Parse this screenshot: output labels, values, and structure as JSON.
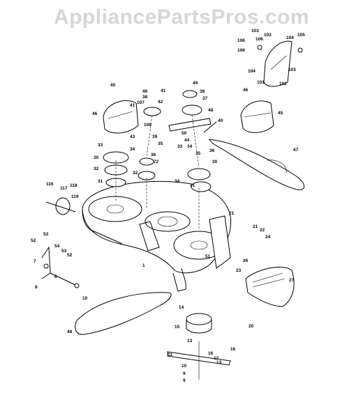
{
  "watermark": "AppliancePartsPros.com",
  "callouts": [
    {
      "id": "106a",
      "text": "106"
    },
    {
      "id": "103a",
      "text": "103"
    },
    {
      "id": "102a",
      "text": "102"
    },
    {
      "id": "104a",
      "text": "104"
    },
    {
      "id": "105",
      "text": "105"
    },
    {
      "id": "106b",
      "text": "106"
    },
    {
      "id": "106c",
      "text": "106"
    },
    {
      "id": "104b",
      "text": "104"
    },
    {
      "id": "103b",
      "text": "103"
    },
    {
      "id": "101",
      "text": "101"
    },
    {
      "id": "102b",
      "text": "102"
    },
    {
      "id": "45a",
      "text": "45"
    },
    {
      "id": "46a",
      "text": "46"
    },
    {
      "id": "41a",
      "text": "41"
    },
    {
      "id": "46b",
      "text": "46"
    },
    {
      "id": "38a",
      "text": "38"
    },
    {
      "id": "107",
      "text": "107"
    },
    {
      "id": "42",
      "text": "42"
    },
    {
      "id": "41b",
      "text": "41"
    },
    {
      "id": "49",
      "text": "49"
    },
    {
      "id": "38b",
      "text": "38"
    },
    {
      "id": "37",
      "text": "37"
    },
    {
      "id": "48",
      "text": "48"
    },
    {
      "id": "46c",
      "text": "46"
    },
    {
      "id": "45b",
      "text": "45"
    },
    {
      "id": "50",
      "text": "50"
    },
    {
      "id": "40",
      "text": "40"
    },
    {
      "id": "108",
      "text": "108"
    },
    {
      "id": "43",
      "text": "43"
    },
    {
      "id": "39",
      "text": "39"
    },
    {
      "id": "44",
      "text": "44"
    },
    {
      "id": "47",
      "text": "47"
    },
    {
      "id": "33a",
      "text": "33"
    },
    {
      "id": "34a",
      "text": "34"
    },
    {
      "id": "35a",
      "text": "35"
    },
    {
      "id": "33b",
      "text": "33"
    },
    {
      "id": "34b",
      "text": "34"
    },
    {
      "id": "36a",
      "text": "36"
    },
    {
      "id": "35b",
      "text": "35"
    },
    {
      "id": "36b",
      "text": "36"
    },
    {
      "id": "30a",
      "text": "30"
    },
    {
      "id": "72",
      "text": "72"
    },
    {
      "id": "32a",
      "text": "32"
    },
    {
      "id": "30b",
      "text": "30"
    },
    {
      "id": "31a",
      "text": "31"
    },
    {
      "id": "32b",
      "text": "32"
    },
    {
      "id": "34c",
      "text": "34"
    },
    {
      "id": "31b",
      "text": "31"
    },
    {
      "id": "118",
      "text": "118"
    },
    {
      "id": "117",
      "text": "117"
    },
    {
      "id": "119",
      "text": "119"
    },
    {
      "id": "116",
      "text": "116"
    },
    {
      "id": "21a",
      "text": "21"
    },
    {
      "id": "21b",
      "text": "21"
    },
    {
      "id": "22",
      "text": "22"
    },
    {
      "id": "24",
      "text": "24"
    },
    {
      "id": "53a",
      "text": "53"
    },
    {
      "id": "52a",
      "text": "52"
    },
    {
      "id": "54",
      "text": "54"
    },
    {
      "id": "53b",
      "text": "53"
    },
    {
      "id": "52b",
      "text": "52"
    },
    {
      "id": "1",
      "text": "1"
    },
    {
      "id": "51",
      "text": "51"
    },
    {
      "id": "26",
      "text": "26"
    },
    {
      "id": "23",
      "text": "23"
    },
    {
      "id": "27",
      "text": "27"
    },
    {
      "id": "7",
      "text": "7"
    },
    {
      "id": "6",
      "text": "6"
    },
    {
      "id": "8",
      "text": "8"
    },
    {
      "id": "14",
      "text": "14"
    },
    {
      "id": "10",
      "text": "10"
    },
    {
      "id": "15",
      "text": "15"
    },
    {
      "id": "16a",
      "text": "16"
    },
    {
      "id": "20",
      "text": "20"
    },
    {
      "id": "48b",
      "text": "48"
    },
    {
      "id": "13a",
      "text": "13"
    },
    {
      "id": "16b",
      "text": "16"
    },
    {
      "id": "12",
      "text": "12"
    },
    {
      "id": "11",
      "text": "11"
    },
    {
      "id": "13b",
      "text": "13"
    },
    {
      "id": "10b",
      "text": "10"
    },
    {
      "id": "9",
      "text": "9"
    },
    {
      "id": "9b",
      "text": "9"
    }
  ]
}
